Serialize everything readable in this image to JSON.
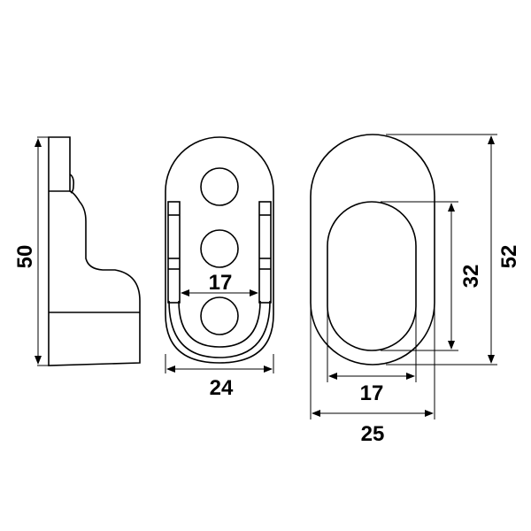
{
  "dimensions": {
    "side_height": "50",
    "front_inner_width": "17",
    "front_outer_width": "24",
    "top_outer_height": "52",
    "top_inner_height": "32",
    "top_inner_width": "17",
    "top_outer_width": "25"
  },
  "colors": {
    "line": "#000000",
    "background": "#ffffff"
  }
}
